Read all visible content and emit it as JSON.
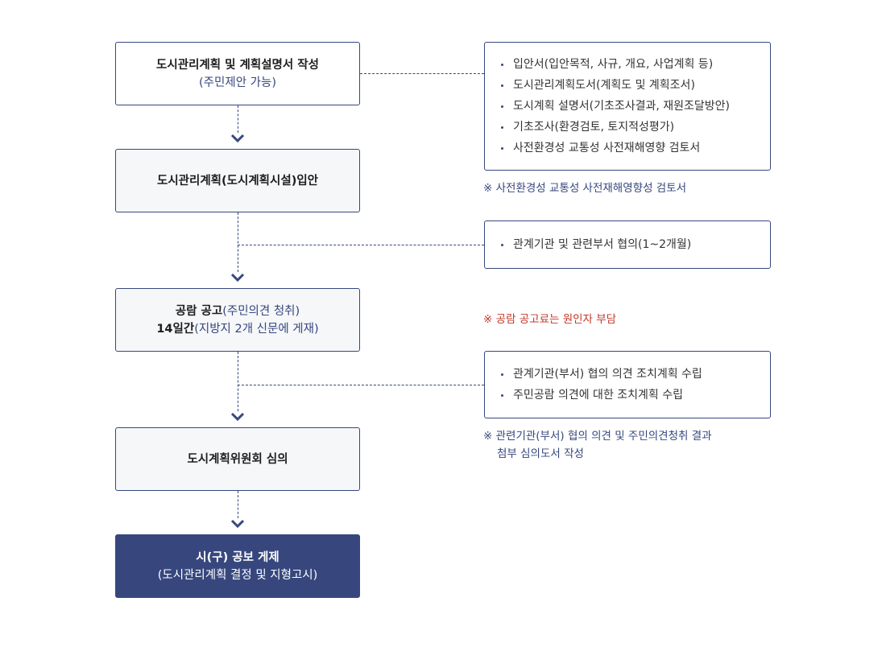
{
  "steps": [
    {
      "title": "도시관리계획 및 계획설명서 작성",
      "sub": "(주민제안 가능)"
    },
    {
      "title": "도시관리계획(도시계획시설)입안"
    },
    {
      "title1": "공람 공고",
      "sub1": "(주민의견 청취)",
      "title2": "14일간",
      "sub2": "(지방지 2개 신문에 게재)"
    },
    {
      "title": "도시계획위원회 심의"
    },
    {
      "title": "시(구) 공보 게제",
      "sub": "(도시관리계획 결정 및 지형고시)"
    }
  ],
  "side_boxes": [
    {
      "items": [
        "입안서(입안목적, 사규, 개요, 사업계획 등)",
        "도시관리계획도서(계획도 및 계획조서)",
        "도시계획 설명서(기초조사결과, 재원조달방안)",
        "기초조사(환경검토, 토지적성평가)",
        "사전환경성 교통성 사전재해영향 검토서"
      ]
    },
    {
      "items": [
        "관계기관 및 관련부서 협의(1~2개월)"
      ]
    },
    {
      "items": [
        "관계기관(부서) 협의 의견 조치계획 수립",
        "주민공람 의견에 대한 조치계획 수립"
      ]
    }
  ],
  "notes": {
    "note1": "※ 사전환경성 교통성 사전재해영향성 검토서",
    "note2": "※ 공람 공고료는 원인자 부담",
    "note3_line1": "※ 관련기관(부서) 협의 의견 및 주민의견청취 결과",
    "note3_line2": "첨부 심의도서 작성"
  },
  "colors": {
    "primary": "#37477e",
    "highlight": "#c0392b",
    "light_bg": "#f6f7f9"
  },
  "icons": {
    "flow_arrow": "chevron-down-icon"
  }
}
